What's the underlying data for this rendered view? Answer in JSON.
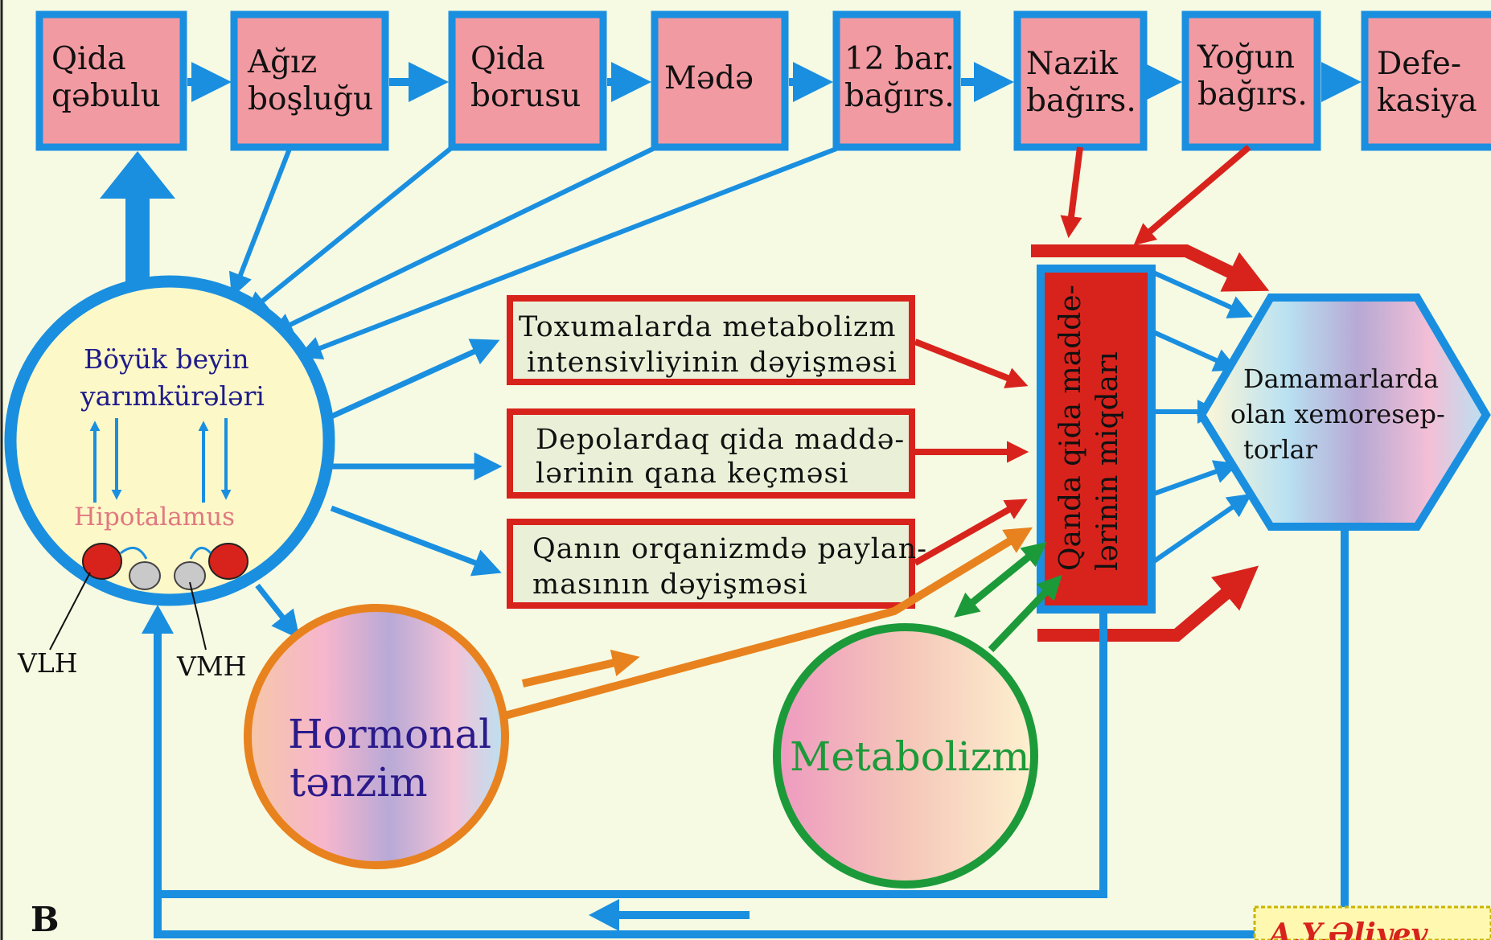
{
  "top_chain": [
    {
      "line1": "Qida",
      "line2": "qəbulu"
    },
    {
      "line1": "Ağız",
      "line2": "boşluğu"
    },
    {
      "line1": "Qida",
      "line2": "borusu"
    },
    {
      "line1": "Mədə",
      "line2": ""
    },
    {
      "line1": "12 bar.",
      "line2": "bağırs."
    },
    {
      "line1": "Nazik",
      "line2": "bağırs."
    },
    {
      "line1": "Yoğun",
      "line2": "bağırs."
    },
    {
      "line1": "Defe-",
      "line2": "kasiya"
    }
  ],
  "brain": {
    "line1": "Böyük beyin",
    "line2": "yarımkürələri",
    "hypothalamus": "Hipotalamus",
    "vlh": "VLH",
    "vmh": "VMH"
  },
  "middle_boxes": [
    {
      "line1": "Toxumalarda metabolizm",
      "line2": "intensivliyinin dəyişməsi"
    },
    {
      "line1": "Depolardaq qida maddə-",
      "line2": "lərinin qana keçməsi"
    },
    {
      "line1": "Qanın orqanizmdə paylan-",
      "line2": "masının dəyişməsi"
    }
  ],
  "blood_column": {
    "line1": "Qanda qida madde-",
    "line2": "lərinin miqdarı"
  },
  "chemoreceptors": {
    "line1": "Damamarlarda",
    "line2": "olan xemoresep-",
    "line3": "torlar"
  },
  "hormonal": {
    "line1": "Hormonal",
    "line2": "tənzim"
  },
  "metabolism": {
    "label": "Metabolizm"
  },
  "panel_label": "B",
  "signature": "A.Y.Əliyev",
  "colors": {
    "blue": "#1a8fe0",
    "red": "#d8231c",
    "orange": "#e8821e",
    "green": "#1c9a3a",
    "pink_box": "#f29aa2",
    "background": "#f6fae3"
  }
}
